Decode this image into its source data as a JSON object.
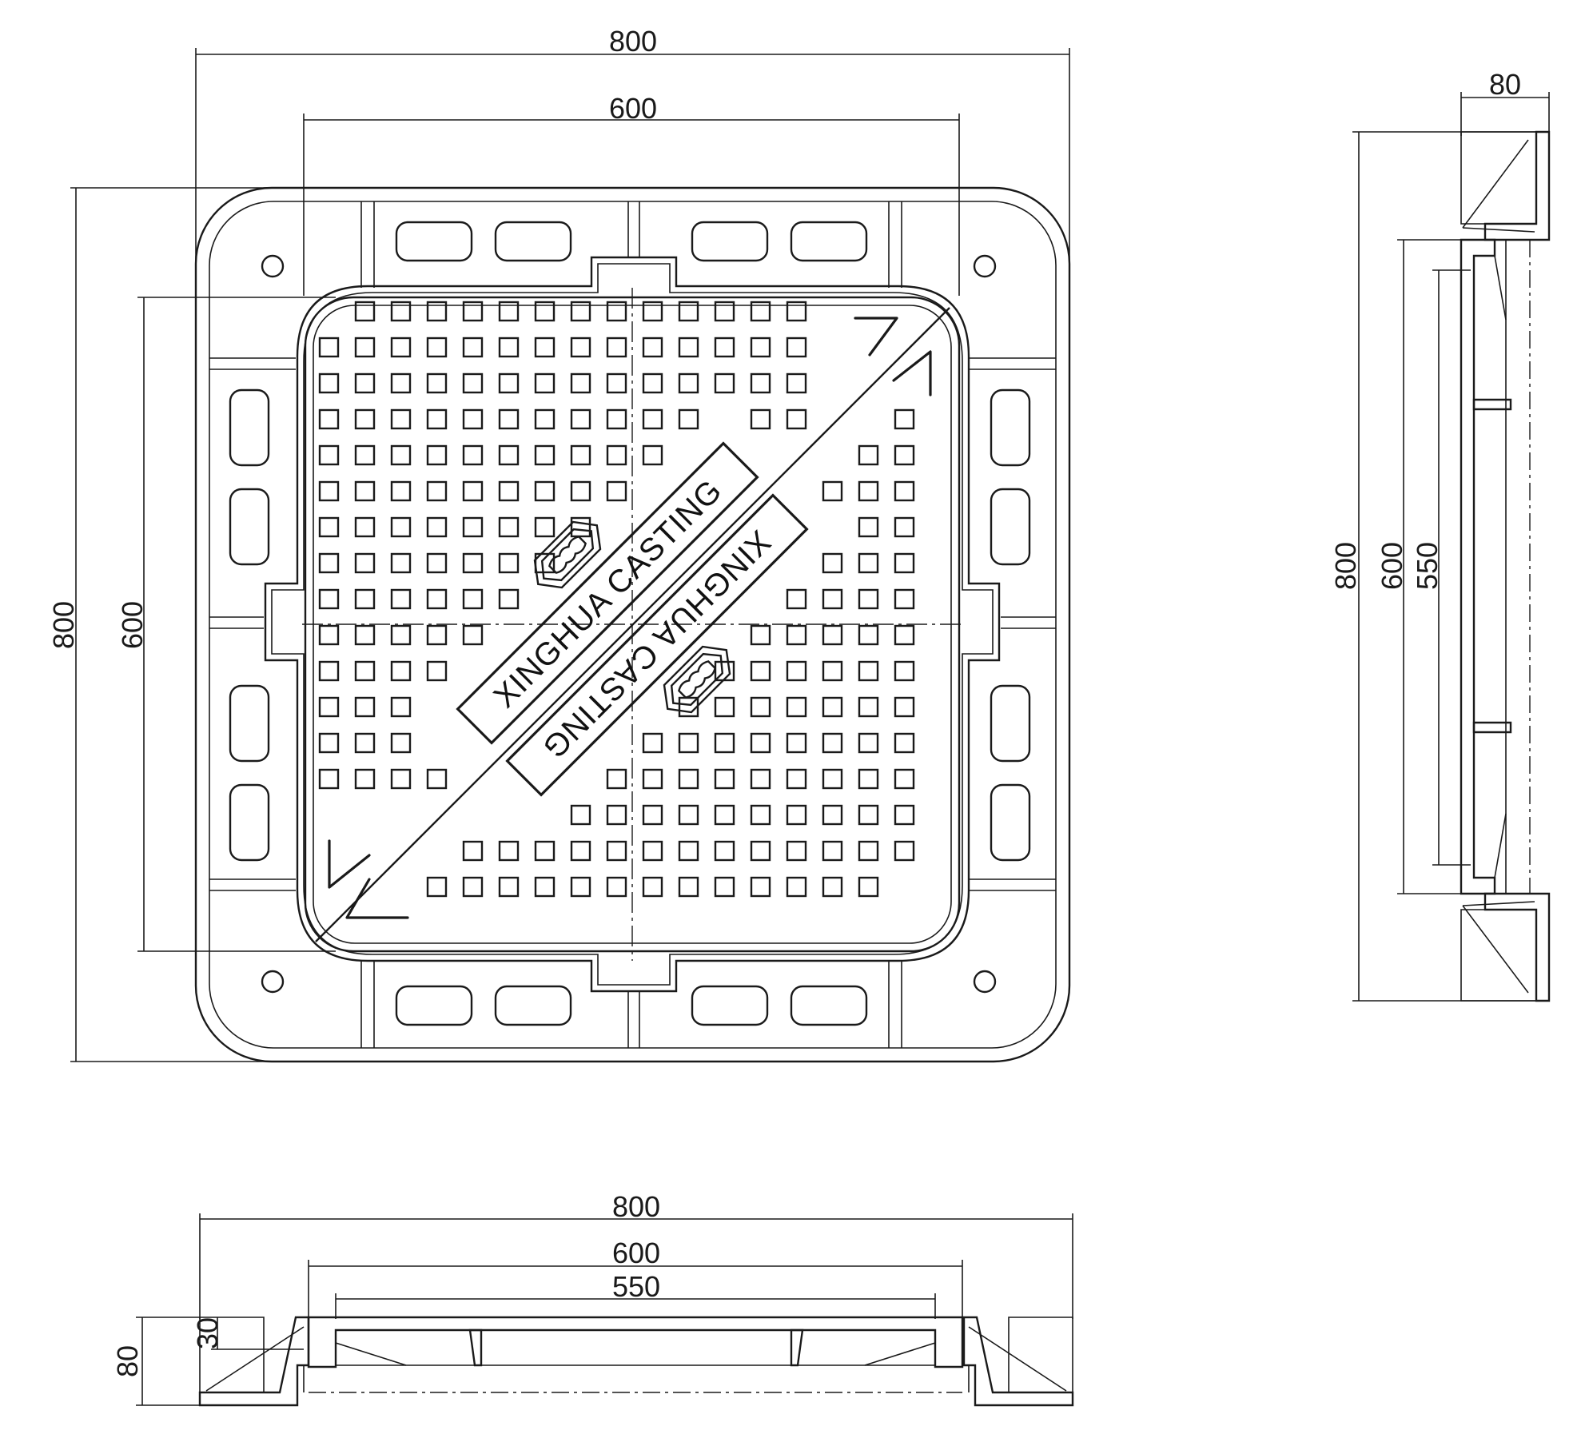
{
  "colors": {
    "line": "#1a1a1a",
    "hatch": "#555555",
    "background": "#ffffff"
  },
  "plan_view": {
    "dim_top_outer": "800",
    "dim_top_inner": "600",
    "dim_left_outer": "800",
    "dim_left_inner": "600",
    "brand_upper": "XINGHUA CASTING",
    "brand_lower": "XINGHUA CASTING",
    "logo_icon": "casting-logo-icon",
    "arrow_icon": "double-chevron-icon"
  },
  "side_view": {
    "dim_top": "80",
    "dim_outer": "800",
    "dim_middle": "600",
    "dim_inner": "550"
  },
  "section_view": {
    "dim_outer": "800",
    "dim_middle": "600",
    "dim_inner": "550",
    "dim_height": "80",
    "dim_cover": "30"
  }
}
